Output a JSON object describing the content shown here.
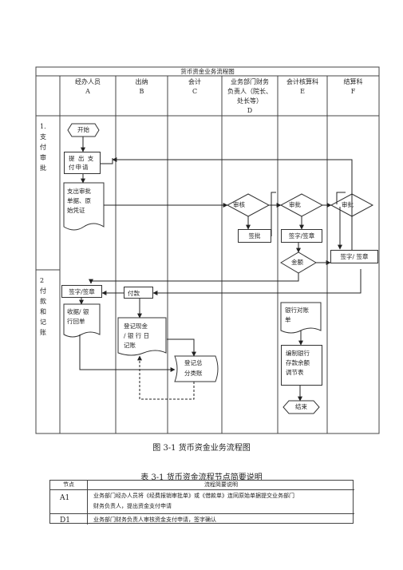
{
  "flowchart": {
    "title": "货币资金业务流程图",
    "columns": [
      {
        "name": "经办人员",
        "code": "A"
      },
      {
        "name": "出纳",
        "code": "B"
      },
      {
        "name": "会计",
        "code": "C"
      },
      {
        "name": "业务部门财务负责人（院长、处长等）",
        "lines": [
          "业务部门财务",
          "负责人（院长、",
          "处长等）"
        ],
        "code": "D"
      },
      {
        "name": "会计核算科",
        "code": "E"
      },
      {
        "name": "结算科",
        "code": "F"
      }
    ],
    "rows": [
      {
        "label_chars": [
          "1.",
          "支",
          "付",
          "审",
          "批"
        ]
      },
      {
        "label_chars": [
          "2",
          "付",
          "款",
          "和",
          "记",
          "账"
        ]
      }
    ],
    "nodes": {
      "start": "开始",
      "apply": [
        "提 出 支",
        "付申请"
      ],
      "docs": [
        "支出审批",
        "单据、原",
        "始凭证"
      ],
      "d_review": "审核",
      "d_sign": "签批",
      "e_approve": "审批",
      "e_sign": "签字/签章",
      "e_amount": "金额",
      "f_approve": "审批",
      "f_sign": "签字/ 签章",
      "a_sign": "签字/签章",
      "a_receipt": [
        "收据/ 银",
        "行回单"
      ],
      "b_pay": "付款",
      "b_journal": [
        "登记现金",
        "/ 银 行 日",
        "记账"
      ],
      "c_ledger": [
        "登记总",
        "分类账"
      ],
      "e_statement": [
        "银行对账",
        "单"
      ],
      "e_reconcile": [
        "编制银行",
        "存款余额",
        "调节表"
      ],
      "end": "结束"
    }
  },
  "figure_caption": "图 3-1 货币资金业务流程图",
  "table": {
    "caption": "表 3-1 货币资金流程节点简要说明",
    "headers": [
      "节点",
      "流程简要说明"
    ],
    "rows": [
      {
        "node": "A1",
        "desc": [
          "业务部门经办人员将《经费报销审批单》或《借款单》连同原始单据提交业务部门",
          "财务负责人，提出资金支付申请"
        ]
      },
      {
        "node": "D1",
        "desc": [
          "业务部门财务负责人审核资金支付申请，签字确认"
        ]
      }
    ]
  }
}
